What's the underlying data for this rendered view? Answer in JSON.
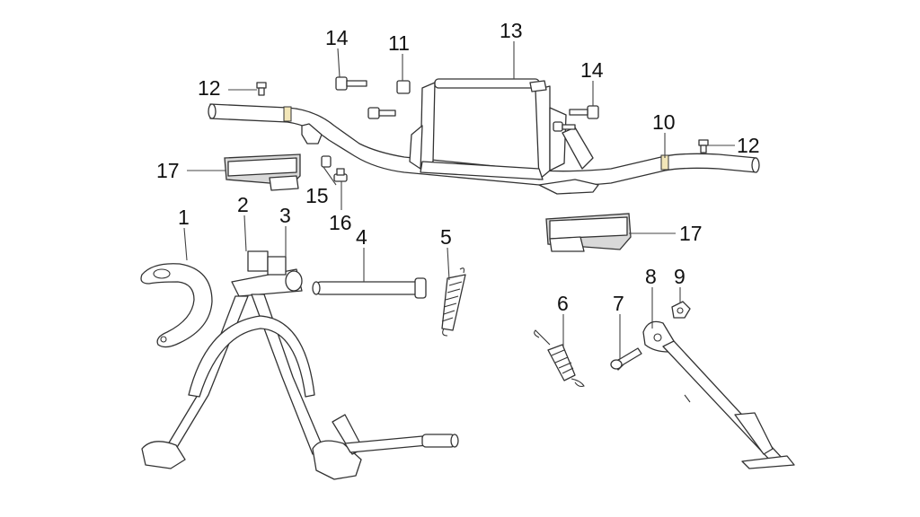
{
  "callouts": {
    "c1": "1",
    "c2": "2",
    "c3": "3",
    "c4": "4",
    "c5": "5",
    "c6": "6",
    "c7": "7",
    "c8": "8",
    "c9": "9",
    "c10": "10",
    "c11": "11",
    "c12a": "12",
    "c12b": "12",
    "c13": "13",
    "c14a": "14",
    "c14b": "14",
    "c15": "15",
    "c16": "16",
    "c17a": "17",
    "c17b": "17"
  }
}
